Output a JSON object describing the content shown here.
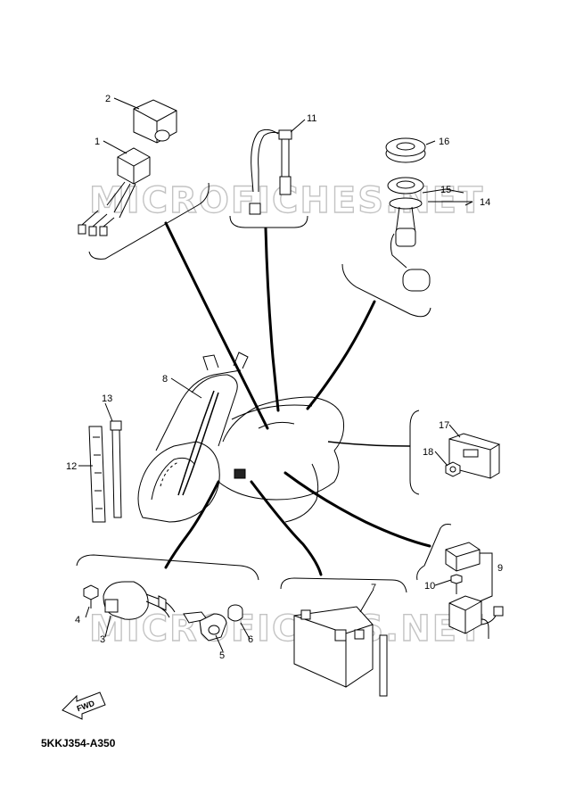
{
  "watermark": "MICROFICHES.NET",
  "diagram_code": "5KKJ354-A350",
  "fwd_label": "FWD",
  "callouts": [
    "1",
    "2",
    "3",
    "4",
    "5",
    "6",
    "7",
    "8",
    "9",
    "10",
    "11",
    "12",
    "13",
    "14",
    "15",
    "16",
    "17",
    "18"
  ]
}
